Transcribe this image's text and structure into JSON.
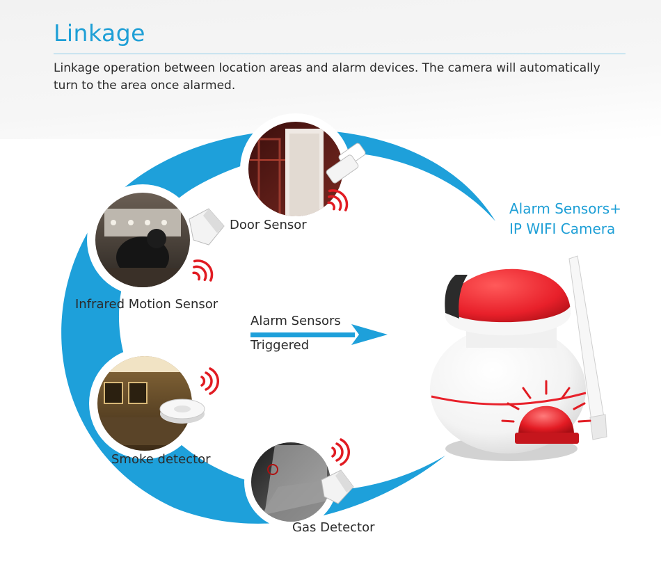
{
  "header": {
    "title": "Linkage",
    "description": "Linkage operation between location areas and alarm devices. The camera will automatically turn to the area once alarmed."
  },
  "sensors": [
    {
      "label": "Door Sensor"
    },
    {
      "label": "Infrared Motion Sensor"
    },
    {
      "label": "Smoke detector"
    },
    {
      "label": "Gas Detector"
    }
  ],
  "flow": {
    "line1": "Alarm Sensors",
    "line2": "Triggered"
  },
  "camera": {
    "line1": "Alarm Sensors+",
    "line2": "IP WIFI Camera"
  },
  "colors": {
    "accent_blue": "#1ea0da",
    "signal_red": "#e11b22",
    "camera_red": "#e8202a"
  },
  "icons": [
    "signal-waves-icon",
    "door-sensor-icon",
    "motion-sensor-icon",
    "smoke-detector-icon",
    "gas-detector-icon",
    "alarm-siren-icon",
    "wifi-antenna-icon"
  ]
}
